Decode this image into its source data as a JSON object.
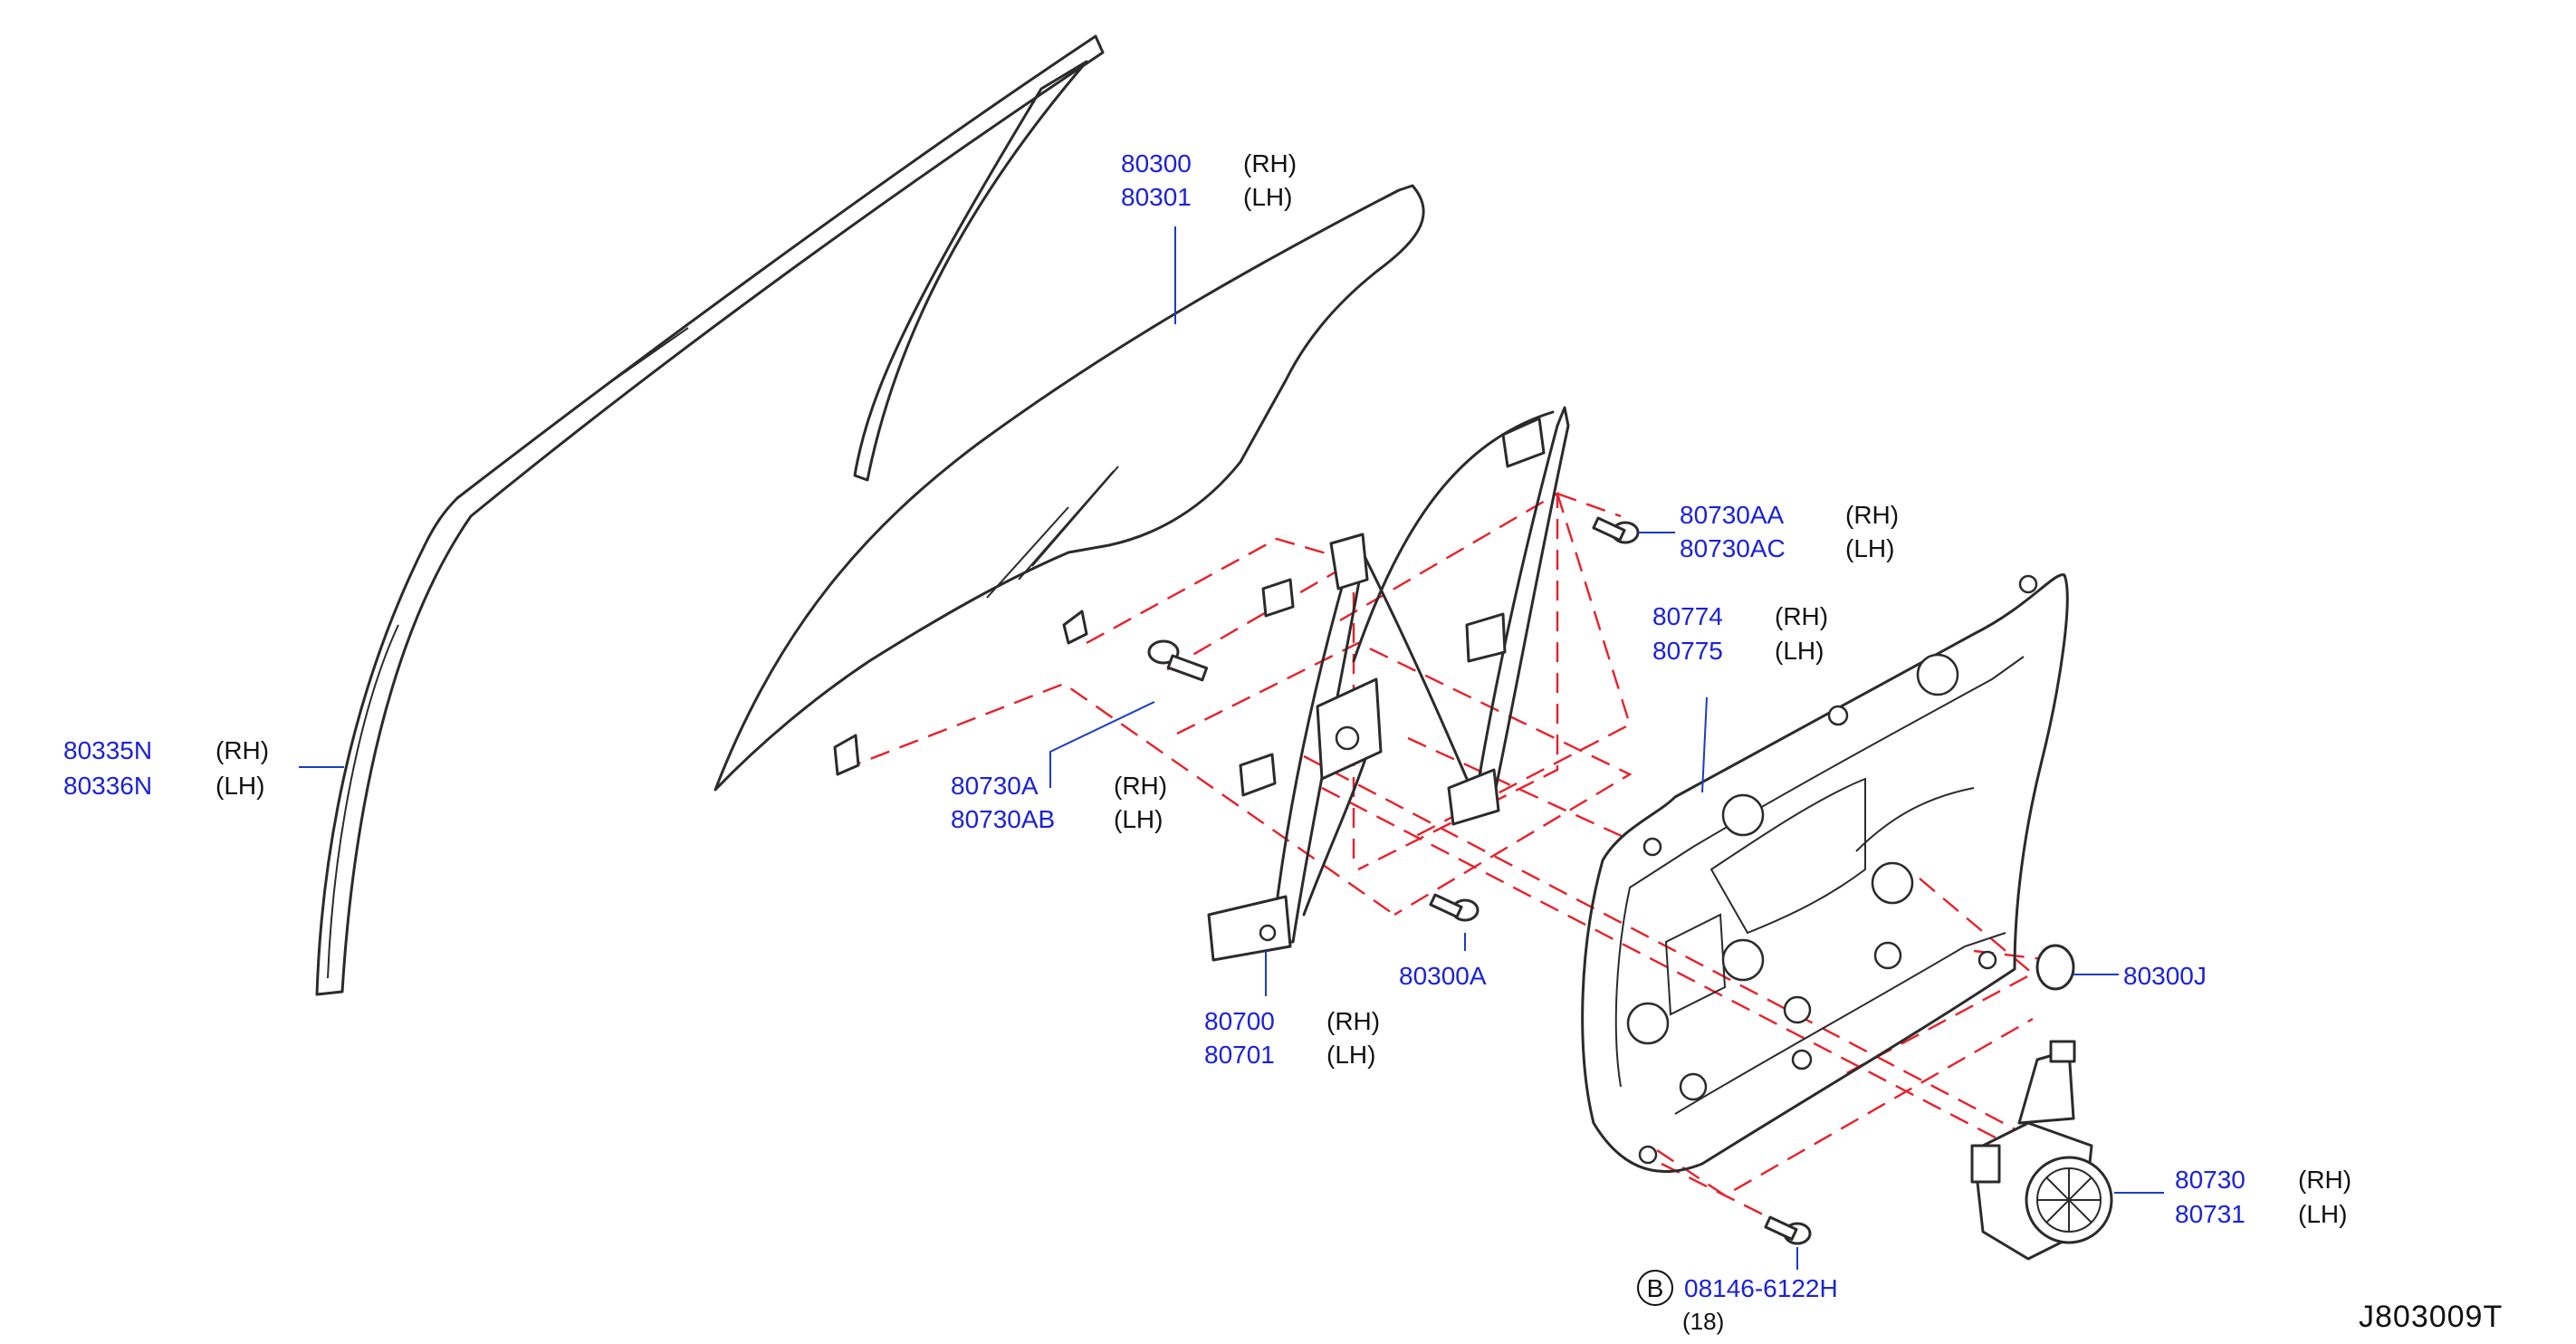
{
  "callouts": {
    "glass": {
      "rh_part": "80300",
      "lh_part": "80301",
      "rh": "(RH)",
      "lh": "(LH)"
    },
    "sash": {
      "rh_part": "80335N",
      "lh_part": "80336N",
      "rh": "(RH)",
      "lh": "(LH)"
    },
    "glass_bolt": {
      "rh_part": "80730A",
      "lh_part": "80730AB",
      "rh": "(RH)",
      "lh": "(LH)"
    },
    "upper_bolt": {
      "rh_part": "80730AA",
      "lh_part": "80730AC",
      "rh": "(RH)",
      "lh": "(LH)"
    },
    "module_panel": {
      "rh_part": "80774",
      "lh_part": "80775",
      "rh": "(RH)",
      "lh": "(LH)"
    },
    "regulator": {
      "rh_part": "80700",
      "lh_part": "80701",
      "rh": "(RH)",
      "lh": "(LH)"
    },
    "regulator_bolt": {
      "part": "80300A"
    },
    "plug": {
      "part": "80300J"
    },
    "motor": {
      "rh_part": "80730",
      "lh_part": "80731",
      "rh": "(RH)",
      "lh": "(LH)"
    },
    "panel_bolt": {
      "marker": "B",
      "part": "08146-6122H",
      "qty": "(18)"
    }
  },
  "diagram_code": "J803009T",
  "colors": {
    "part_number": "#1a22d8",
    "leader_line": "#1a3cc8",
    "assembly_dash": "#e8202a",
    "outline": "#2b2b2b"
  }
}
